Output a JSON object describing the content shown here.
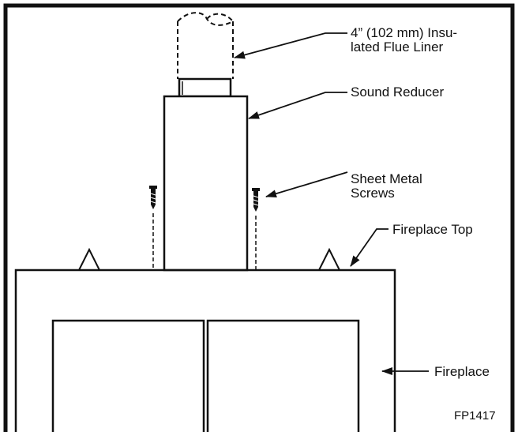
{
  "labels": {
    "flue_liner_line1": "4” (102 mm) Insu-",
    "flue_liner_line2": "lated Flue Liner",
    "sound_reducer": "Sound Reducer",
    "screws_line1": "Sheet Metal",
    "screws_line2": "Screws",
    "fireplace_top": "Fireplace Top",
    "fireplace": "Fireplace",
    "figure_code": "FP1417"
  },
  "colors": {
    "ink": "#111111",
    "background": "#ffffff"
  }
}
